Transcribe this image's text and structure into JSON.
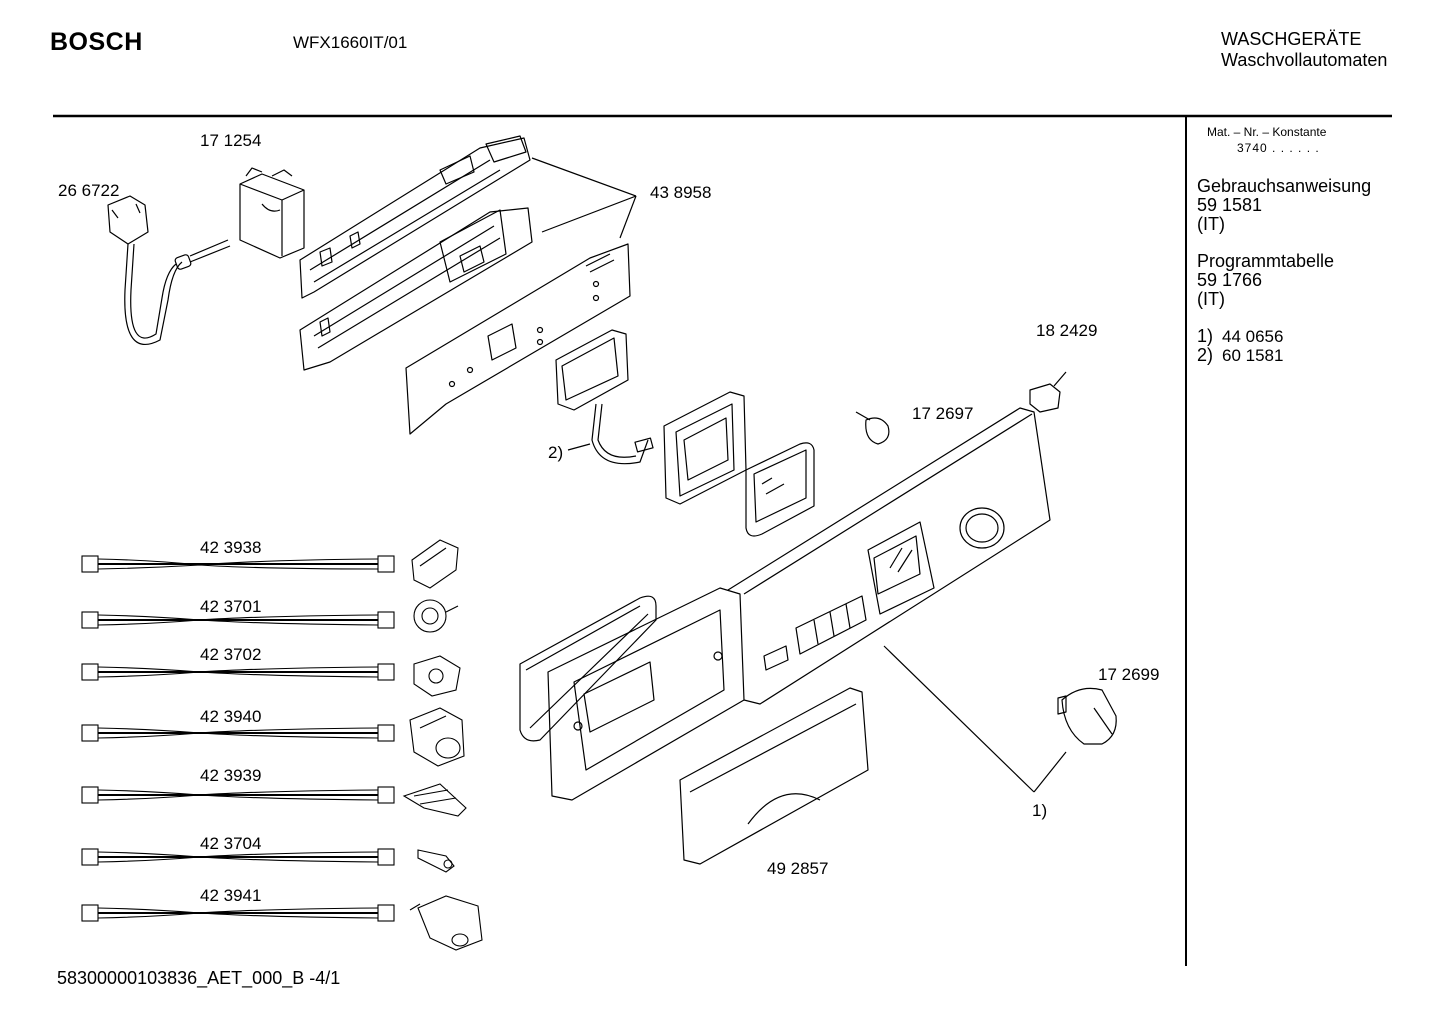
{
  "header": {
    "brand": "BOSCH",
    "model": "WFX1660IT/01",
    "category_line1": "WASCHGERÄTE",
    "category_line2": "Waschvollautomaten"
  },
  "sidebar": {
    "mat_label": "Mat. – Nr. – Konstante",
    "mat_value": "3740  .  .     .  .  .  .",
    "manual_title": "Gebrauchsanweisung",
    "manual_number": "59 1581",
    "manual_lang": "(IT)",
    "program_title": "Programmtabelle",
    "program_number": "59 1766",
    "program_lang": "(IT)",
    "note1_key": "1)",
    "note1_value": "44 0656",
    "note2_key": "2)",
    "note2_value": "60 1581"
  },
  "part_labels": {
    "cable_mains": "26 6722",
    "suppressor": "17 1254",
    "control_module": "43 8958",
    "display_ref": "2)",
    "panel_ref": "1)",
    "clip": "18 2429",
    "knob_small": "17 2697",
    "knob_program": "17 2699",
    "detergent_handle": "49 2857"
  },
  "harnesses": [
    "42 3938",
    "42 3701",
    "42 3702",
    "42 3940",
    "42 3939",
    "42 3704",
    "42 3941"
  ],
  "footer": {
    "doc_code": "58300000103836_AET_000_B  -4/1"
  }
}
